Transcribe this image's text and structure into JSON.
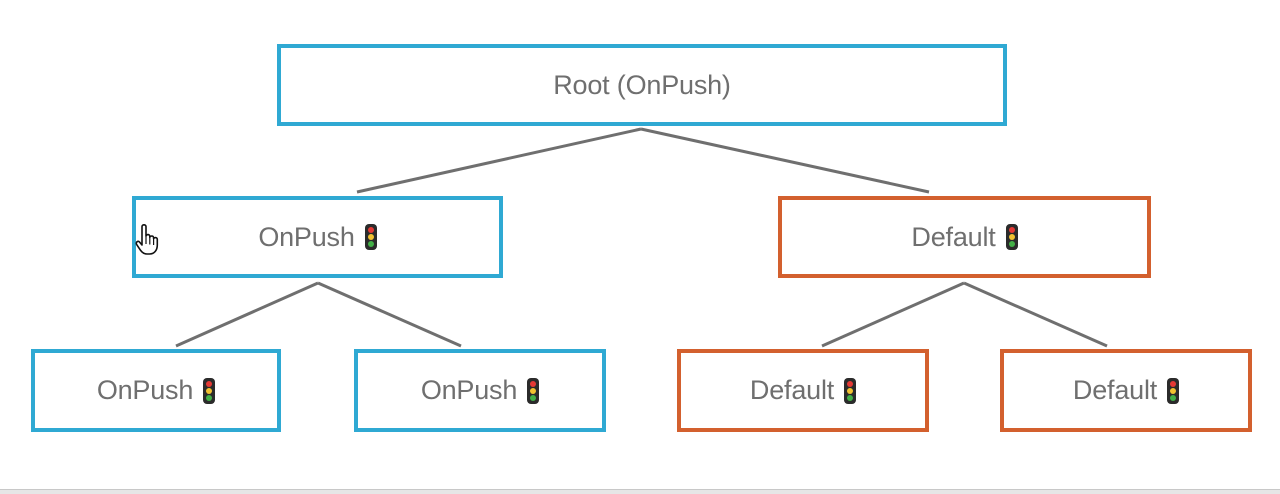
{
  "colors": {
    "onpush_border": "#2fa9d3",
    "default_border": "#d3602e",
    "connector": "#6f6f6f",
    "label_text": "#6f6f6f"
  },
  "tree": {
    "root": {
      "label": "Root (OnPush)",
      "strategy": "OnPush",
      "has_icon": false
    },
    "left": {
      "label": "OnPush",
      "strategy": "OnPush",
      "icon": "traffic-light-icon"
    },
    "right": {
      "label": "Default",
      "strategy": "Default",
      "icon": "traffic-light-icon"
    },
    "left_left": {
      "label": "OnPush",
      "strategy": "OnPush",
      "icon": "traffic-light-icon"
    },
    "left_right": {
      "label": "OnPush",
      "strategy": "OnPush",
      "icon": "traffic-light-icon"
    },
    "right_left": {
      "label": "Default",
      "strategy": "Default",
      "icon": "traffic-light-icon"
    },
    "right_right": {
      "label": "Default",
      "strategy": "Default",
      "icon": "traffic-light-icon"
    }
  },
  "cursor": {
    "icon": "hand-pointer-icon"
  }
}
